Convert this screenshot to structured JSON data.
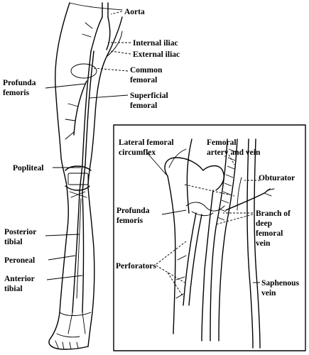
{
  "labels": {
    "aorta": "Aorta",
    "internal_iliac": "Internal iliac",
    "external_iliac": "External iliac",
    "common_femoral_1": "Common",
    "common_femoral_2": "femoral",
    "profunda_femoris_1": "Profunda",
    "profunda_femoris_2": "femoris",
    "superficial_femoral_1": "Superficial",
    "superficial_femoral_2": "femoral",
    "popliteal": "Popliteal",
    "posterior_tibial_1": "Posterior",
    "posterior_tibial_2": "tibial",
    "peroneal": "Peroneal",
    "anterior_tibial_1": "Anterior",
    "anterior_tibial_2": "tibial"
  },
  "inset": {
    "lateral_femoral_circumflex_1": "Lateral femoral",
    "lateral_femoral_circumflex_2": "circumflex",
    "femoral_artery_vein_1": "Femoral",
    "femoral_artery_vein_2": "artery and vein",
    "obturator": "Obturator",
    "profunda_femoris_1": "Profunda",
    "profunda_femoris_2": "femoris",
    "branch_deep_femoral_vein_1": "Branch of",
    "branch_deep_femoral_vein_2": "deep",
    "branch_deep_femoral_vein_3": "femoral",
    "branch_deep_femoral_vein_4": "vein",
    "perforators": "Perforators",
    "saphenous_vein_1": "Saphenous",
    "saphenous_vein_2": "vein"
  }
}
